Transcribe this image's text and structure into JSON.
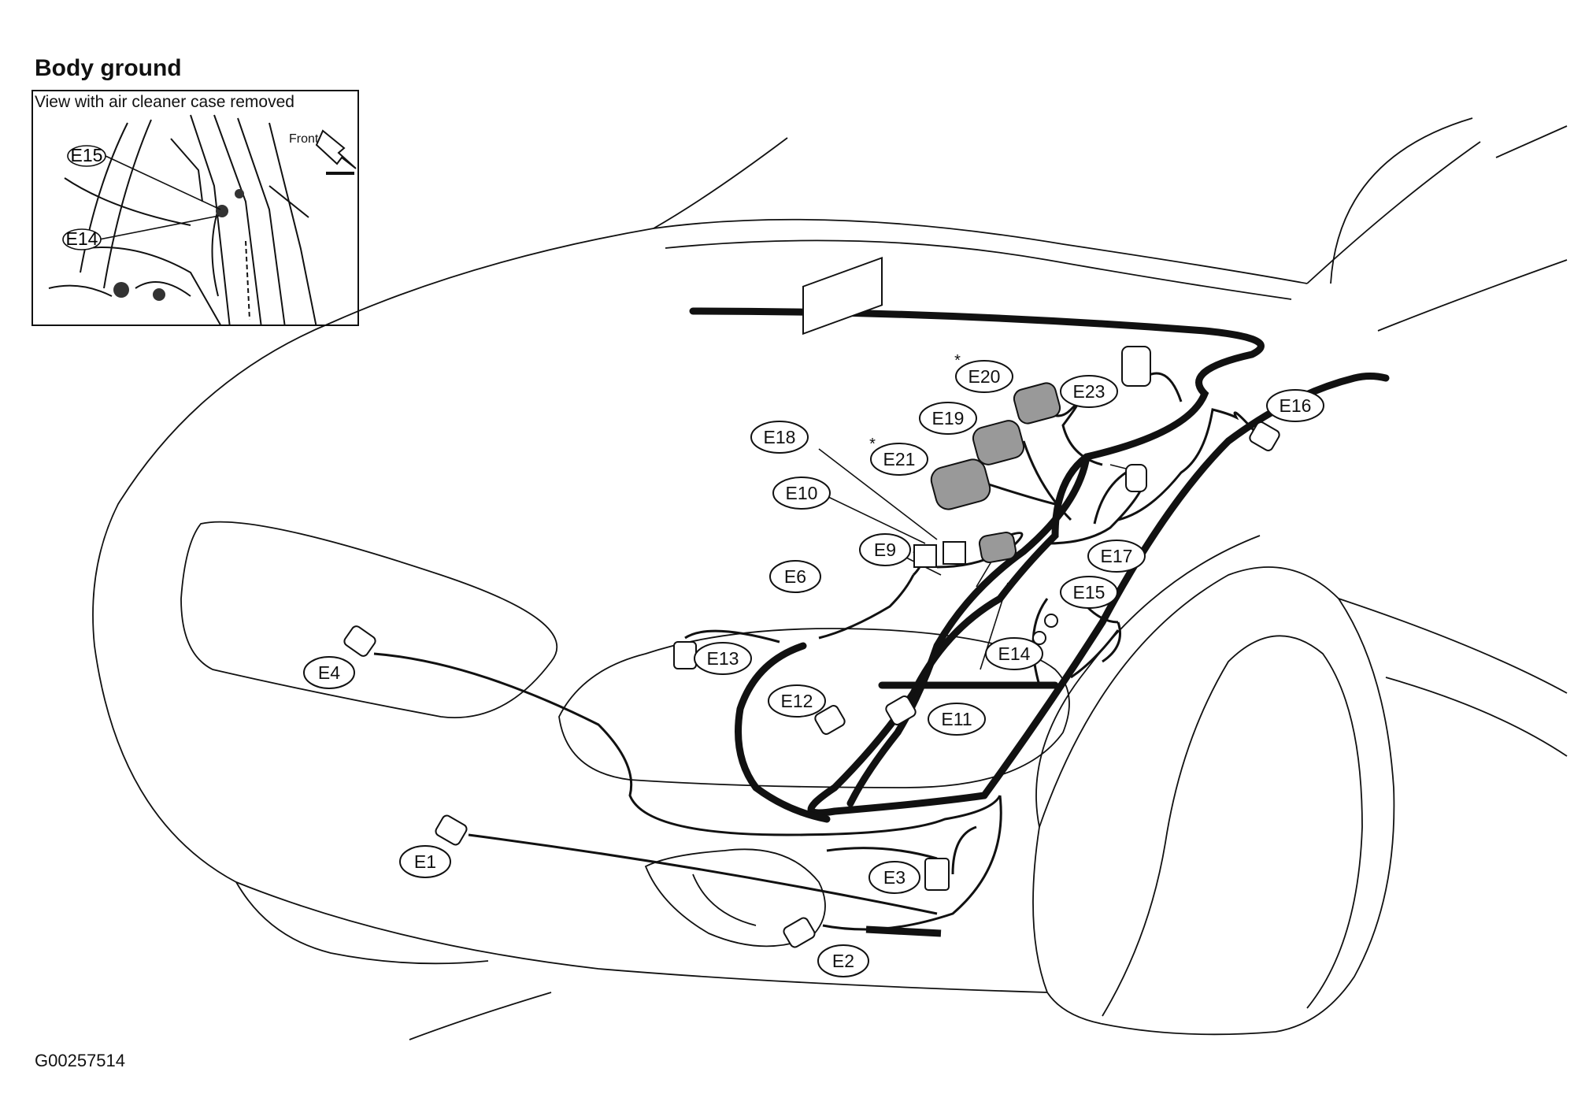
{
  "title": "Body ground",
  "figure_id": "G00257514",
  "inset": {
    "caption": "View with air cleaner case removed",
    "front_label": "Front",
    "labels": [
      "E15",
      "E14"
    ]
  },
  "connectors": {
    "E1": "E1",
    "E2": "E2",
    "E3": "E3",
    "E4": "E4",
    "E6": "E6",
    "E9": "E9",
    "E10": "E10",
    "E11": "E11",
    "E12": "E12",
    "E13": "E13",
    "E14": "E14",
    "E15": "E15",
    "E16": "E16",
    "E17": "E17",
    "E18": "E18",
    "E19": "E19",
    "E20": "E20",
    "E21": "E21",
    "E23": "E23"
  },
  "markers": {
    "star": "*"
  },
  "colors": {
    "line": "#111111",
    "fill": "#999999",
    "background": "#ffffff"
  }
}
